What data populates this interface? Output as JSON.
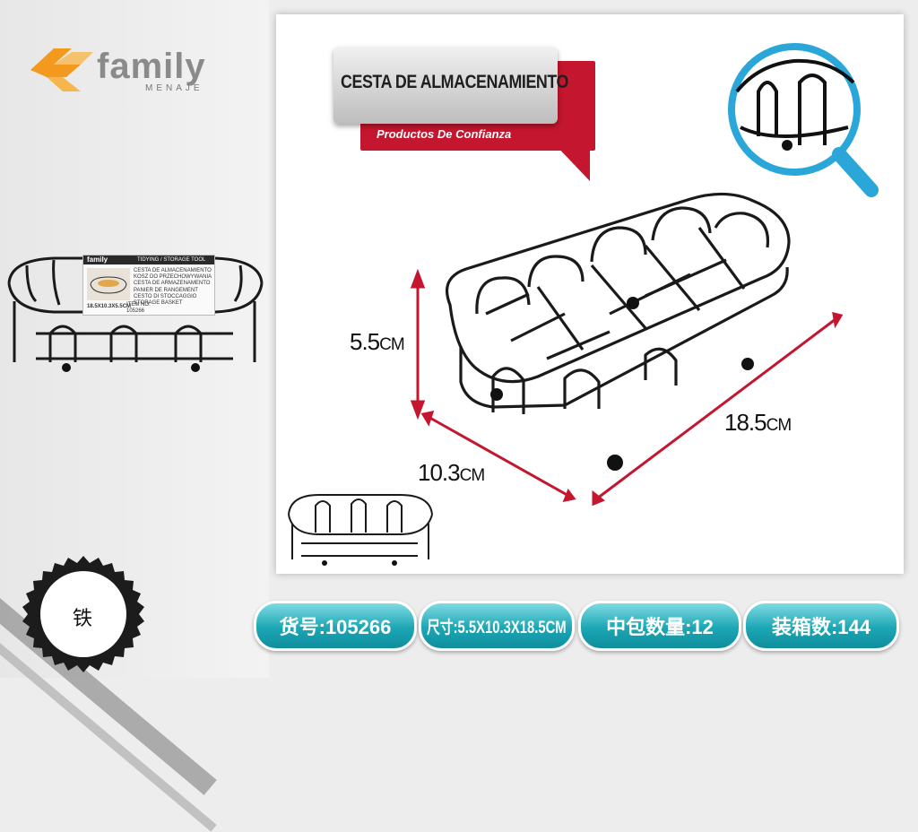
{
  "brand": {
    "name": "family",
    "subtitle": "MENAJE"
  },
  "banner": {
    "title": "CESTA DE ALMACENAMIENTO",
    "tagline": "Productos De Confianza"
  },
  "dimensions": {
    "height": {
      "value": "5.5",
      "unit": "CM"
    },
    "width": {
      "value": "10.3",
      "unit": "CM"
    },
    "length": {
      "value": "18.5",
      "unit": "CM"
    }
  },
  "tag": {
    "brand": "family",
    "header": "TIDYING / STORAGE TOOL",
    "names": [
      "CESTA DE ALMACENAMIENTO",
      "KOSZ DO PRZECHOWYWANIA",
      "CESTA DE ARMAZENAMENTO",
      "PANIER DE RANGEMENT",
      "CESTO DI STOCCAGGIO",
      "STORAGE BASKET"
    ],
    "size": "18.5X10.3X5.5CM",
    "item_label": "ITEM NO.",
    "item_no": "105266"
  },
  "material": "铁",
  "specs": [
    {
      "label": "货号:105266"
    },
    {
      "label": "尺寸:5.5X10.3X18.5CM"
    },
    {
      "label": "中包数量:12"
    },
    {
      "label": "装箱数:144"
    }
  ],
  "colors": {
    "brand_orange": "#f39a1e",
    "banner_red": "#c4162e",
    "pill_teal": "#1ca6b4",
    "zoom_blue": "#2aa7d8"
  },
  "icons": [
    "family-logo-icon",
    "magnifier-icon",
    "serrated-medal-icon",
    "dimension-arrow-icon"
  ]
}
